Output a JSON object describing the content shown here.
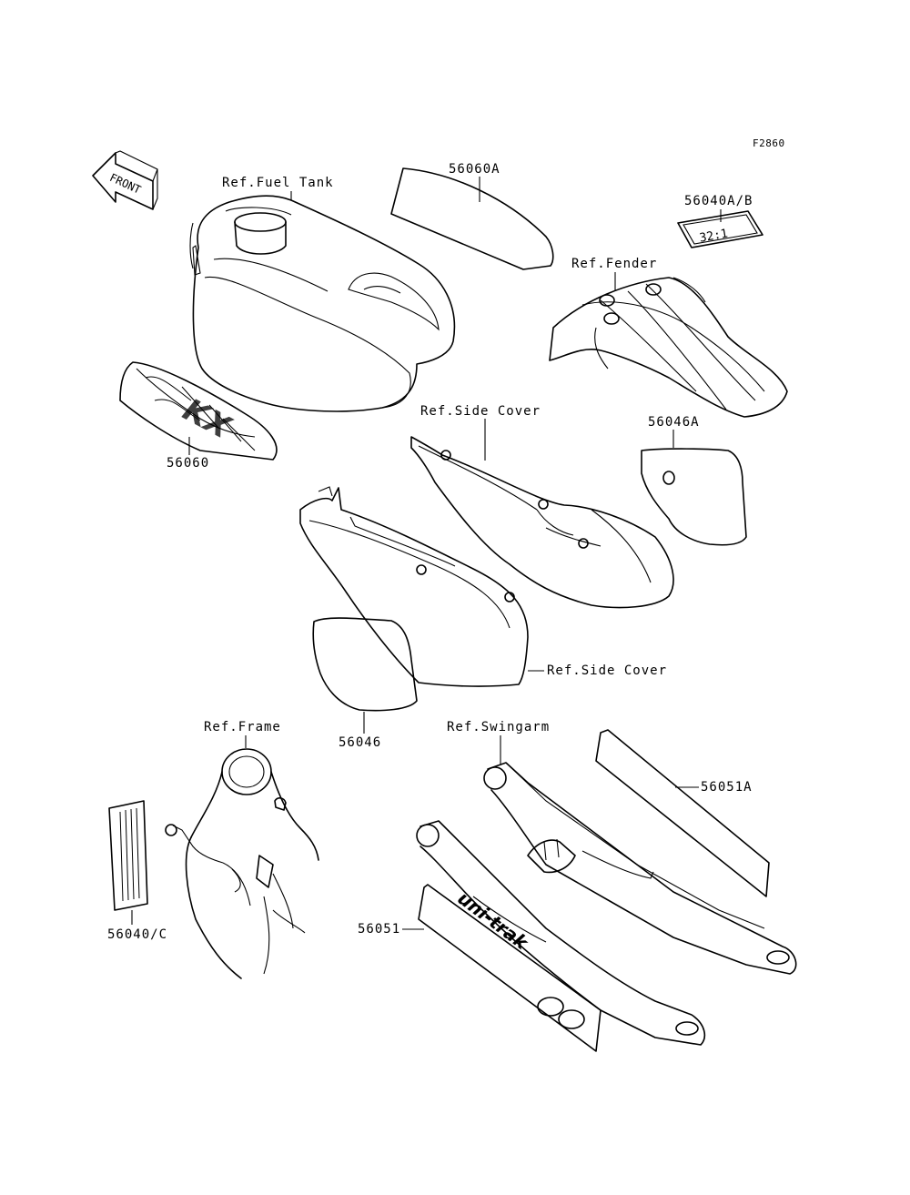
{
  "figure_code": "F2860",
  "front_arrow_text": "FRONT",
  "labels": {
    "ref_fuel_tank": "Ref.Fuel Tank",
    "part_56060A": "56060A",
    "part_56040AB": "56040A/B",
    "ref_fender": "Ref.Fender",
    "part_56060": "56060",
    "ref_side_cover_top": "Ref.Side Cover",
    "part_56046A": "56046A",
    "ref_side_cover_bottom": "Ref.Side Cover",
    "part_56046": "56046",
    "ref_frame": "Ref.Frame",
    "ref_swingarm": "Ref.Swingarm",
    "part_56051A": "56051A",
    "part_56051": "56051",
    "part_56040C": "56040/C"
  },
  "decal_texts": {
    "fuel_tank_decal": "KX",
    "plate_decal": "32:1",
    "swingarm_decal": "uni-trak"
  }
}
